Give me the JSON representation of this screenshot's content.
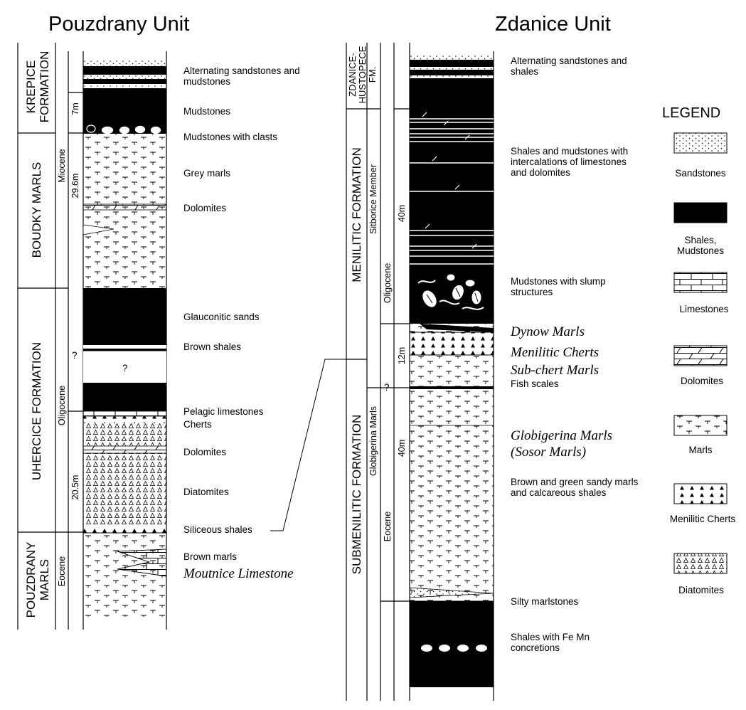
{
  "titles": {
    "left": "Pouzdrany Unit",
    "right": "Zdanice Unit"
  },
  "left_column": {
    "formations": [
      "KREPICE FORMATION",
      "BOUDKY MARLS",
      "UHERCICE FORMATION",
      "POUZDRANY MARLS"
    ],
    "epochs": [
      "Miocene",
      "Oligocene",
      "Eocene"
    ],
    "thicknesses": [
      "7m",
      "29.6m",
      "?",
      "20.5m"
    ],
    "gap_question": "?",
    "lithology_labels": [
      "Alternating sandstones and mudstones",
      "Mudstones",
      "Mudstones with clasts",
      "Grey marls",
      "Dolomites",
      "Glauconitic sands",
      "Brown shales",
      "Pelagic limestones",
      "Cherts",
      "Dolomites",
      "Diatomites",
      "Siliceous shales",
      "Brown marls"
    ],
    "italic_label": "Moutnice Limestone"
  },
  "right_column": {
    "formations": [
      "ZDANICE- HUSTOPECE FM.",
      "MENILITIC FORMATION",
      "SUBMENILITIC FORMATION"
    ],
    "members": [
      "Sitborice Member",
      "Globigerina Marls"
    ],
    "epochs": [
      "Oligocene",
      "Eocene"
    ],
    "thicknesses": [
      "40m",
      "12m",
      "?",
      "40m"
    ],
    "lithology_labels": [
      "Alternating sandstones and shales",
      "Shales and mudstones with intercalations of limestones and dolomites",
      "Mudstones with slump structures",
      "Fish scales",
      "Brown and green sandy marls and calcareous shales",
      "Silty marlstones",
      "Shales with Fe Mn concretions"
    ],
    "italic_labels": [
      "Dynow Marls",
      "Menilitic Cherts",
      "Sub-chert Marls",
      "Globigerina Marls",
      "(Sosor Marls)"
    ]
  },
  "legend": {
    "title": "LEGEND",
    "items": [
      {
        "label": "Sandstones",
        "pattern": "dots"
      },
      {
        "label": "Shales, Mudstones",
        "pattern": "black"
      },
      {
        "label": "Limestones",
        "pattern": "bricks"
      },
      {
        "label": "Dolomites",
        "pattern": "slanted-bricks"
      },
      {
        "label": "Marls",
        "pattern": "t-marks"
      },
      {
        "label": "Menilitic Cherts",
        "pattern": "triangles-filled"
      },
      {
        "label": "Diatomites",
        "pattern": "triangles-open"
      }
    ]
  },
  "colors": {
    "ink": "#000000",
    "paper": "#ffffff"
  }
}
